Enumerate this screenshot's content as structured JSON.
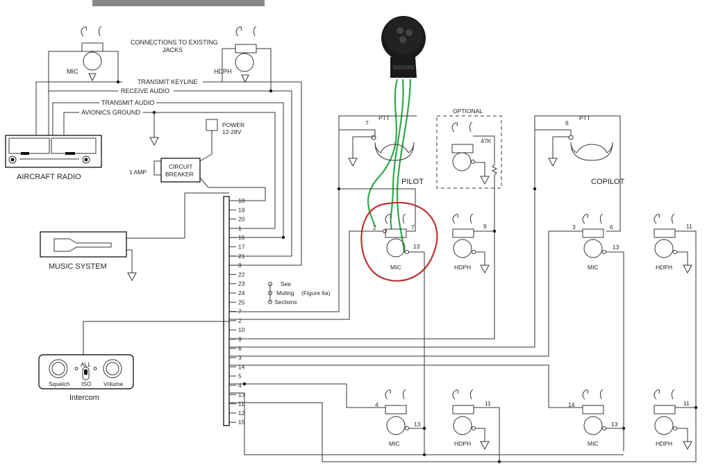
{
  "labels": {
    "connections_title": "CONNECTIONS TO EXISTING",
    "connections_title2": "JACKS",
    "mic": "MIC",
    "hdph": "HDPH",
    "transmit_keyline": "TRANSMIT KEYLINE",
    "receive_audio": "RECEIVE AUDIO",
    "transmit_audio": "TRANSMIT AUDIO",
    "avionics_ground": "AVIONICS GROUND",
    "aircraft_radio": "AIRCRAFT RADIO",
    "power": "POWER",
    "power_voltage": "12-28V",
    "one_amp": "1 AMP",
    "circuit": "CIRCUIT",
    "breaker": "BREAKER",
    "music_system": "MUSIC SYSTEM",
    "intercom": "Intercom",
    "squelch": "Squelch",
    "volume": "Volume",
    "all": "ALL",
    "iso": "ISO",
    "see": "See",
    "muting": "Muting",
    "figure": "(Figure 6a)",
    "sections": "Sections",
    "ptt": "PTT",
    "optional": "OPTIONAL",
    "resistor": "47K",
    "pilot": "PILOT",
    "copilot": "COPILOT"
  },
  "connector_pins": [
    "18",
    "19",
    "20",
    "1",
    "16",
    "17",
    "21",
    "8",
    "22",
    "23",
    "24",
    "25",
    "7",
    "2",
    "10",
    "9",
    "6",
    "3",
    "14",
    "5",
    "4",
    "13",
    "11",
    "12",
    "15"
  ],
  "pin_numbers": {
    "p7": "7",
    "p6": "6",
    "p2": "2",
    "p3": "3",
    "p4": "4",
    "p9": "9",
    "p11": "11",
    "p13": "13",
    "p14": "14"
  }
}
